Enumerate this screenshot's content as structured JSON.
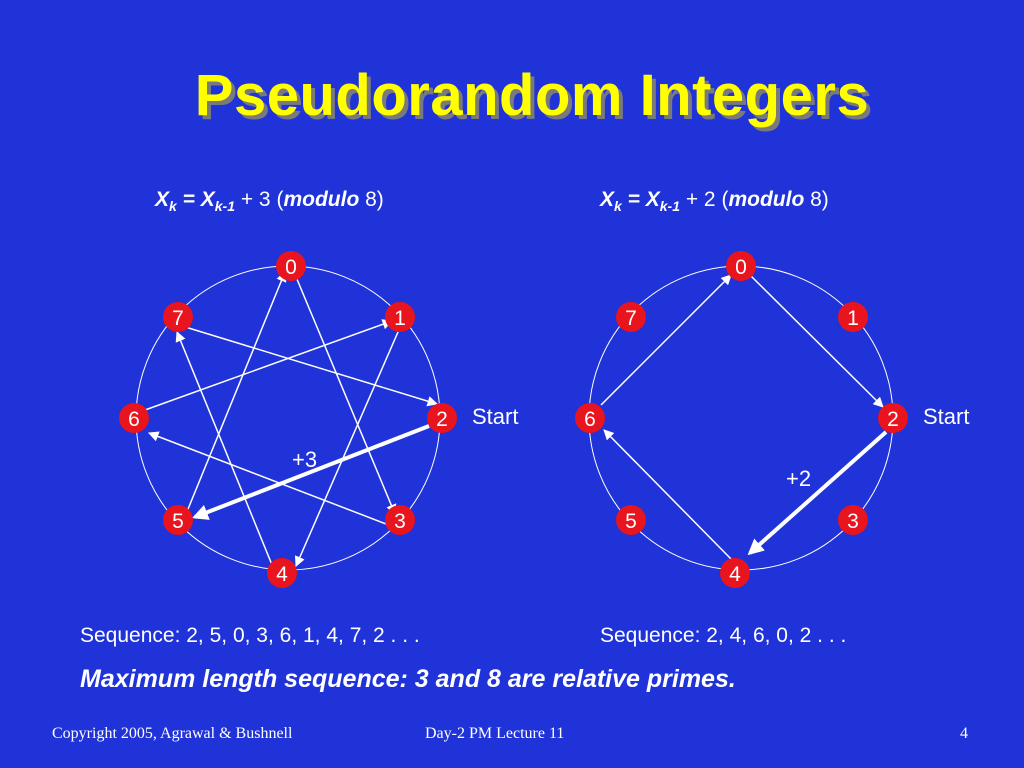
{
  "slide": {
    "title": "Pseudorandom Integers",
    "left": {
      "formula": {
        "x": "X",
        "sub_k": "k",
        "eq": " = ",
        "sub_k1": "k-1",
        "rest": " + 3 (",
        "modulo": "modulo",
        "tail": " 8)"
      },
      "start_label": "Start",
      "step_label": "+3",
      "sequence": "Sequence: 2, 5, 0, 3, 6, 1, 4, 7, 2 . . ."
    },
    "right": {
      "formula": {
        "x": "X",
        "sub_k": "k",
        "eq": " = ",
        "sub_k1": "k-1",
        "rest": " + 2 (",
        "modulo": "modulo",
        "tail": " 8)"
      },
      "start_label": "Start",
      "step_label": "+2",
      "sequence": "Sequence: 2, 4, 6, 0, 2 . . ."
    },
    "nodes": [
      "0",
      "1",
      "2",
      "3",
      "4",
      "5",
      "6",
      "7"
    ],
    "conclusion": "Maximum length sequence: 3 and 8 are relative primes.",
    "footer": {
      "copyright": "Copyright 2005, Agrawal & Bushnell",
      "lecture": "Day-2 PM Lecture 11",
      "page": "4"
    },
    "colors": {
      "background": "#1f33d8",
      "title": "#ffff00",
      "node": "#e8141e",
      "line": "#ffffff"
    }
  }
}
